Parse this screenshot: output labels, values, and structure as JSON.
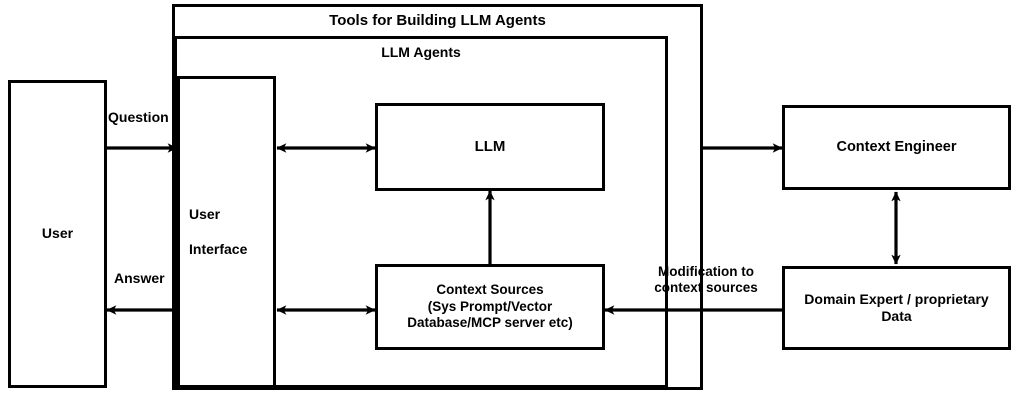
{
  "diagram": {
    "title": "Tools for Building LLM Agents",
    "stroke_color": "#000000",
    "background_color": "#ffffff",
    "containers": [
      {
        "id": "tools",
        "label": "Tools for Building LLM Agents"
      },
      {
        "id": "llm_agents",
        "label": "LLM Agents"
      }
    ],
    "nodes": [
      {
        "id": "user",
        "label": "User"
      },
      {
        "id": "user_interface",
        "label": "User\n\nInterface"
      },
      {
        "id": "llm",
        "label": "LLM"
      },
      {
        "id": "context_sources",
        "label": "Context Sources\n(Sys Prompt/Vector\nDatabase/MCP server etc)"
      },
      {
        "id": "context_engineer",
        "label": "Context Engineer"
      },
      {
        "id": "domain_expert",
        "label": "Domain Expert / proprietary\nData"
      }
    ],
    "edge_labels": [
      {
        "id": "question",
        "label": "Question"
      },
      {
        "id": "answer",
        "label": "Answer"
      },
      {
        "id": "modification",
        "label": "Modification to\ncontext sources"
      }
    ],
    "edges": [
      {
        "id": "user-to-ui",
        "from": "user",
        "to": "user_interface",
        "label": "Question",
        "direction": "forward"
      },
      {
        "id": "ui-to-user",
        "from": "user_interface",
        "to": "user",
        "label": "Answer",
        "direction": "forward"
      },
      {
        "id": "ui-to-llm",
        "from": "user_interface",
        "to": "llm",
        "label": "",
        "direction": "both"
      },
      {
        "id": "ui-to-context-sources",
        "from": "user_interface",
        "to": "context_sources",
        "label": "",
        "direction": "both"
      },
      {
        "id": "context-sources-to-llm",
        "from": "context_sources",
        "to": "llm",
        "label": "",
        "direction": "forward"
      },
      {
        "id": "agents-to-context-engineer",
        "from": "llm_agents",
        "to": "context_engineer",
        "label": "",
        "direction": "forward"
      },
      {
        "id": "context-engineer-to-domain-expert",
        "from": "context_engineer",
        "to": "domain_expert",
        "label": "",
        "direction": "both"
      },
      {
        "id": "domain-expert-to-context-sources",
        "from": "domain_expert",
        "to": "context_sources",
        "label": "Modification to\ncontext sources",
        "direction": "forward"
      }
    ]
  }
}
